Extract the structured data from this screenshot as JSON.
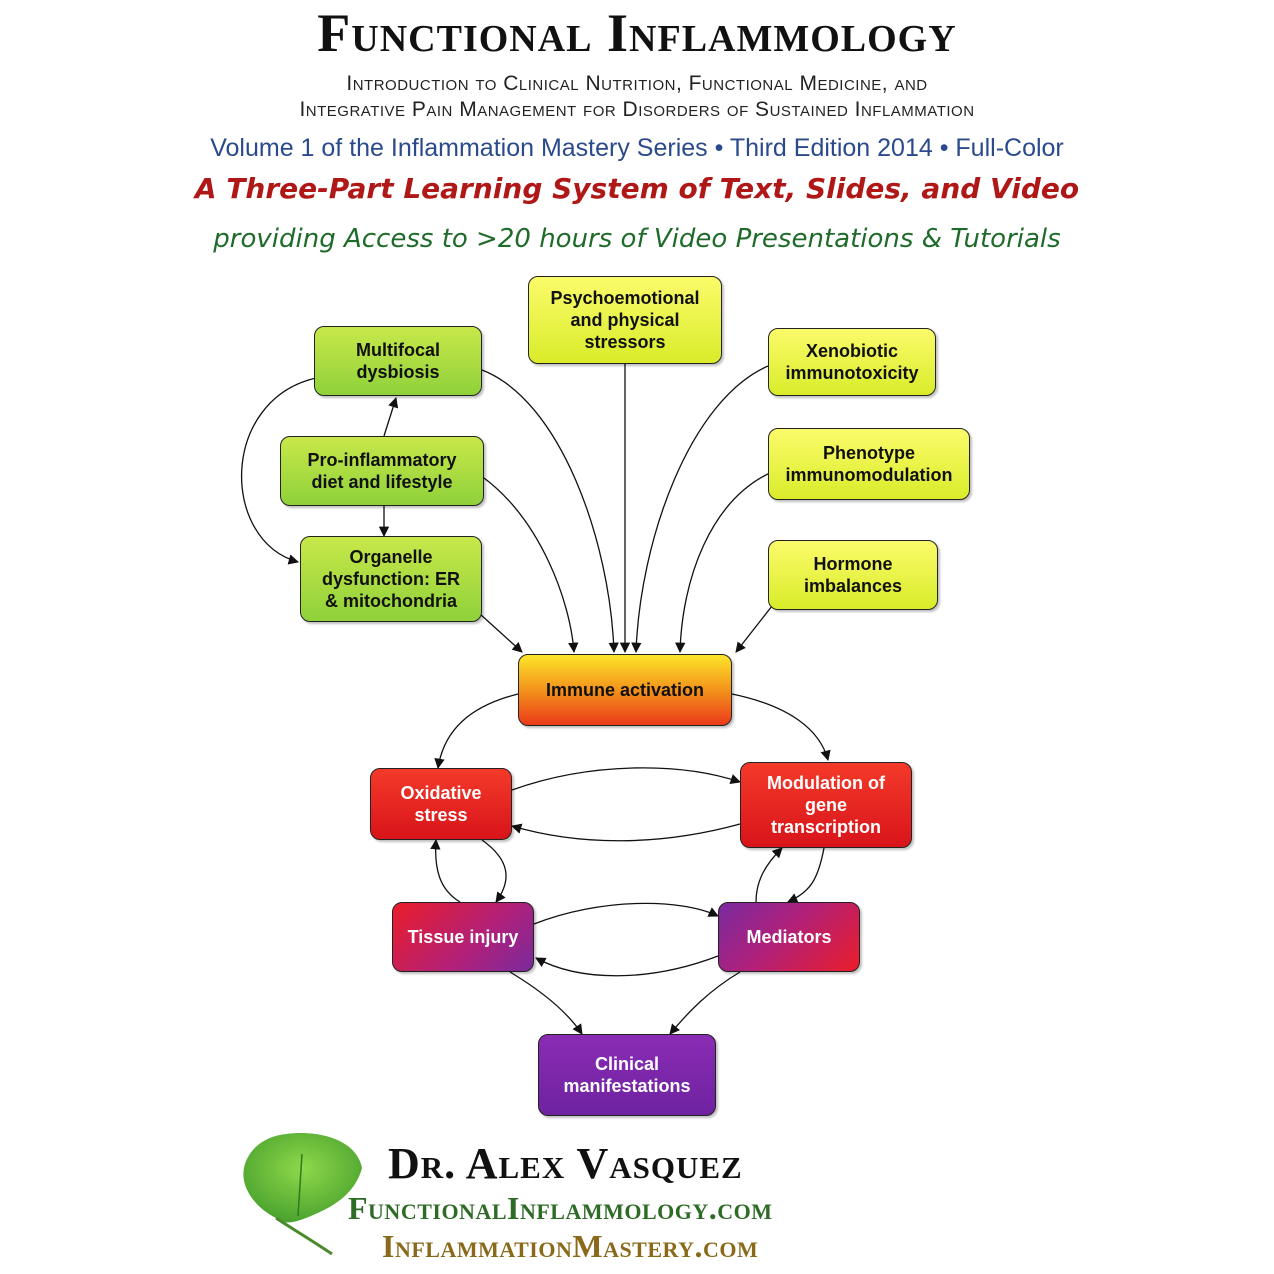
{
  "header": {
    "title": "Functional Inflammology",
    "subtitle_line1": "Introduction to Clinical Nutrition, Functional Medicine, and",
    "subtitle_line2": "Integrative Pain Management for Disorders of Sustained Inflammation",
    "volume_line": "Volume 1 of the Inflammation Mastery Series • Third Edition 2014 • Full-Color",
    "tagline1": "A Three-Part Learning System of Text, Slides, and Video",
    "tagline2": "providing Access to >20 hours of Video Presentations & Tutorials"
  },
  "diagram": {
    "nodes": {
      "psychoemotional": "Psychoemotional\nand physical\nstressors",
      "multifocal": "Multifocal\ndysbiosis",
      "xenobiotic": "Xenobiotic\nimmunotoxicity",
      "proinflammatory": "Pro-inflammatory\ndiet and lifestyle",
      "phenotype": "Phenotype\nimmunomodulation",
      "organelle": "Organelle\ndysfunction: ER\n& mitochondria",
      "hormone": "Hormone\nimbalances",
      "immune": "Immune activation",
      "oxidative": "Oxidative\nstress",
      "modulation": "Modulation of\ngene\ntranscription",
      "tissue": "Tissue injury",
      "mediators": "Mediators",
      "clinical": "Clinical\nmanifestations"
    },
    "colors": {
      "stressor": "#e6f03a",
      "lifestyle": "#a8dc40",
      "immune": "#f28a1a",
      "inflammation": "#e01e22",
      "outcome": "#7a2aa6"
    }
  },
  "footer": {
    "author": "Dr. Alex Vasquez",
    "website1": "FunctionalInflammology.com",
    "website2": "InflammationMastery.com",
    "logo": "ginkgo-leaf-icon"
  }
}
